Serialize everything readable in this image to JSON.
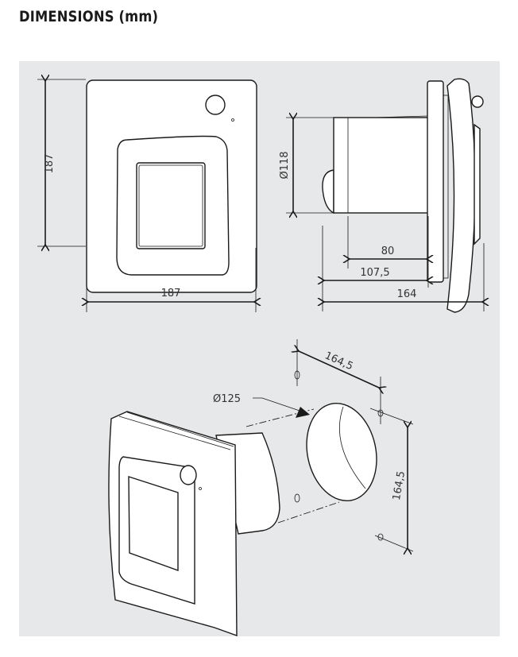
{
  "title": "DIMENSIONS (mm)",
  "front_view": {
    "height_label": "187",
    "width_label": "187"
  },
  "side_view": {
    "diameter_label": "Ø118",
    "depth_short_label": "80",
    "depth_mid_label": "107,5",
    "depth_total_label": "164"
  },
  "iso_view": {
    "duct_diameter_label": "Ø125",
    "hole_spacing_horizontal_label": "164,5",
    "hole_spacing_vertical_label": "164,5"
  },
  "colors": {
    "panel_background": "#e7e8e9",
    "line": "#1a1a1a"
  }
}
